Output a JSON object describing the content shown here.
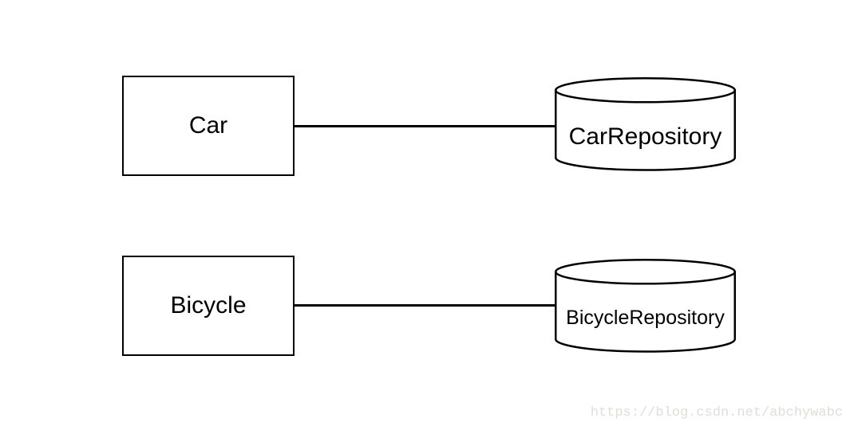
{
  "diagram": {
    "type": "entity-repository-diagram",
    "background_color": "#ffffff",
    "stroke_color": "#000000",
    "rows": [
      {
        "entity": {
          "label": "Car",
          "shape": "rectangle"
        },
        "connector": {
          "style": "solid-line"
        },
        "repository": {
          "label": "CarRepository",
          "shape": "cylinder"
        }
      },
      {
        "entity": {
          "label": "Bicycle",
          "shape": "rectangle"
        },
        "connector": {
          "style": "solid-line"
        },
        "repository": {
          "label": "BicycleRepository",
          "shape": "cylinder"
        }
      }
    ]
  },
  "watermark": {
    "text": "https://blog.csdn.net/abchywabc",
    "color": "#e0ded9"
  }
}
